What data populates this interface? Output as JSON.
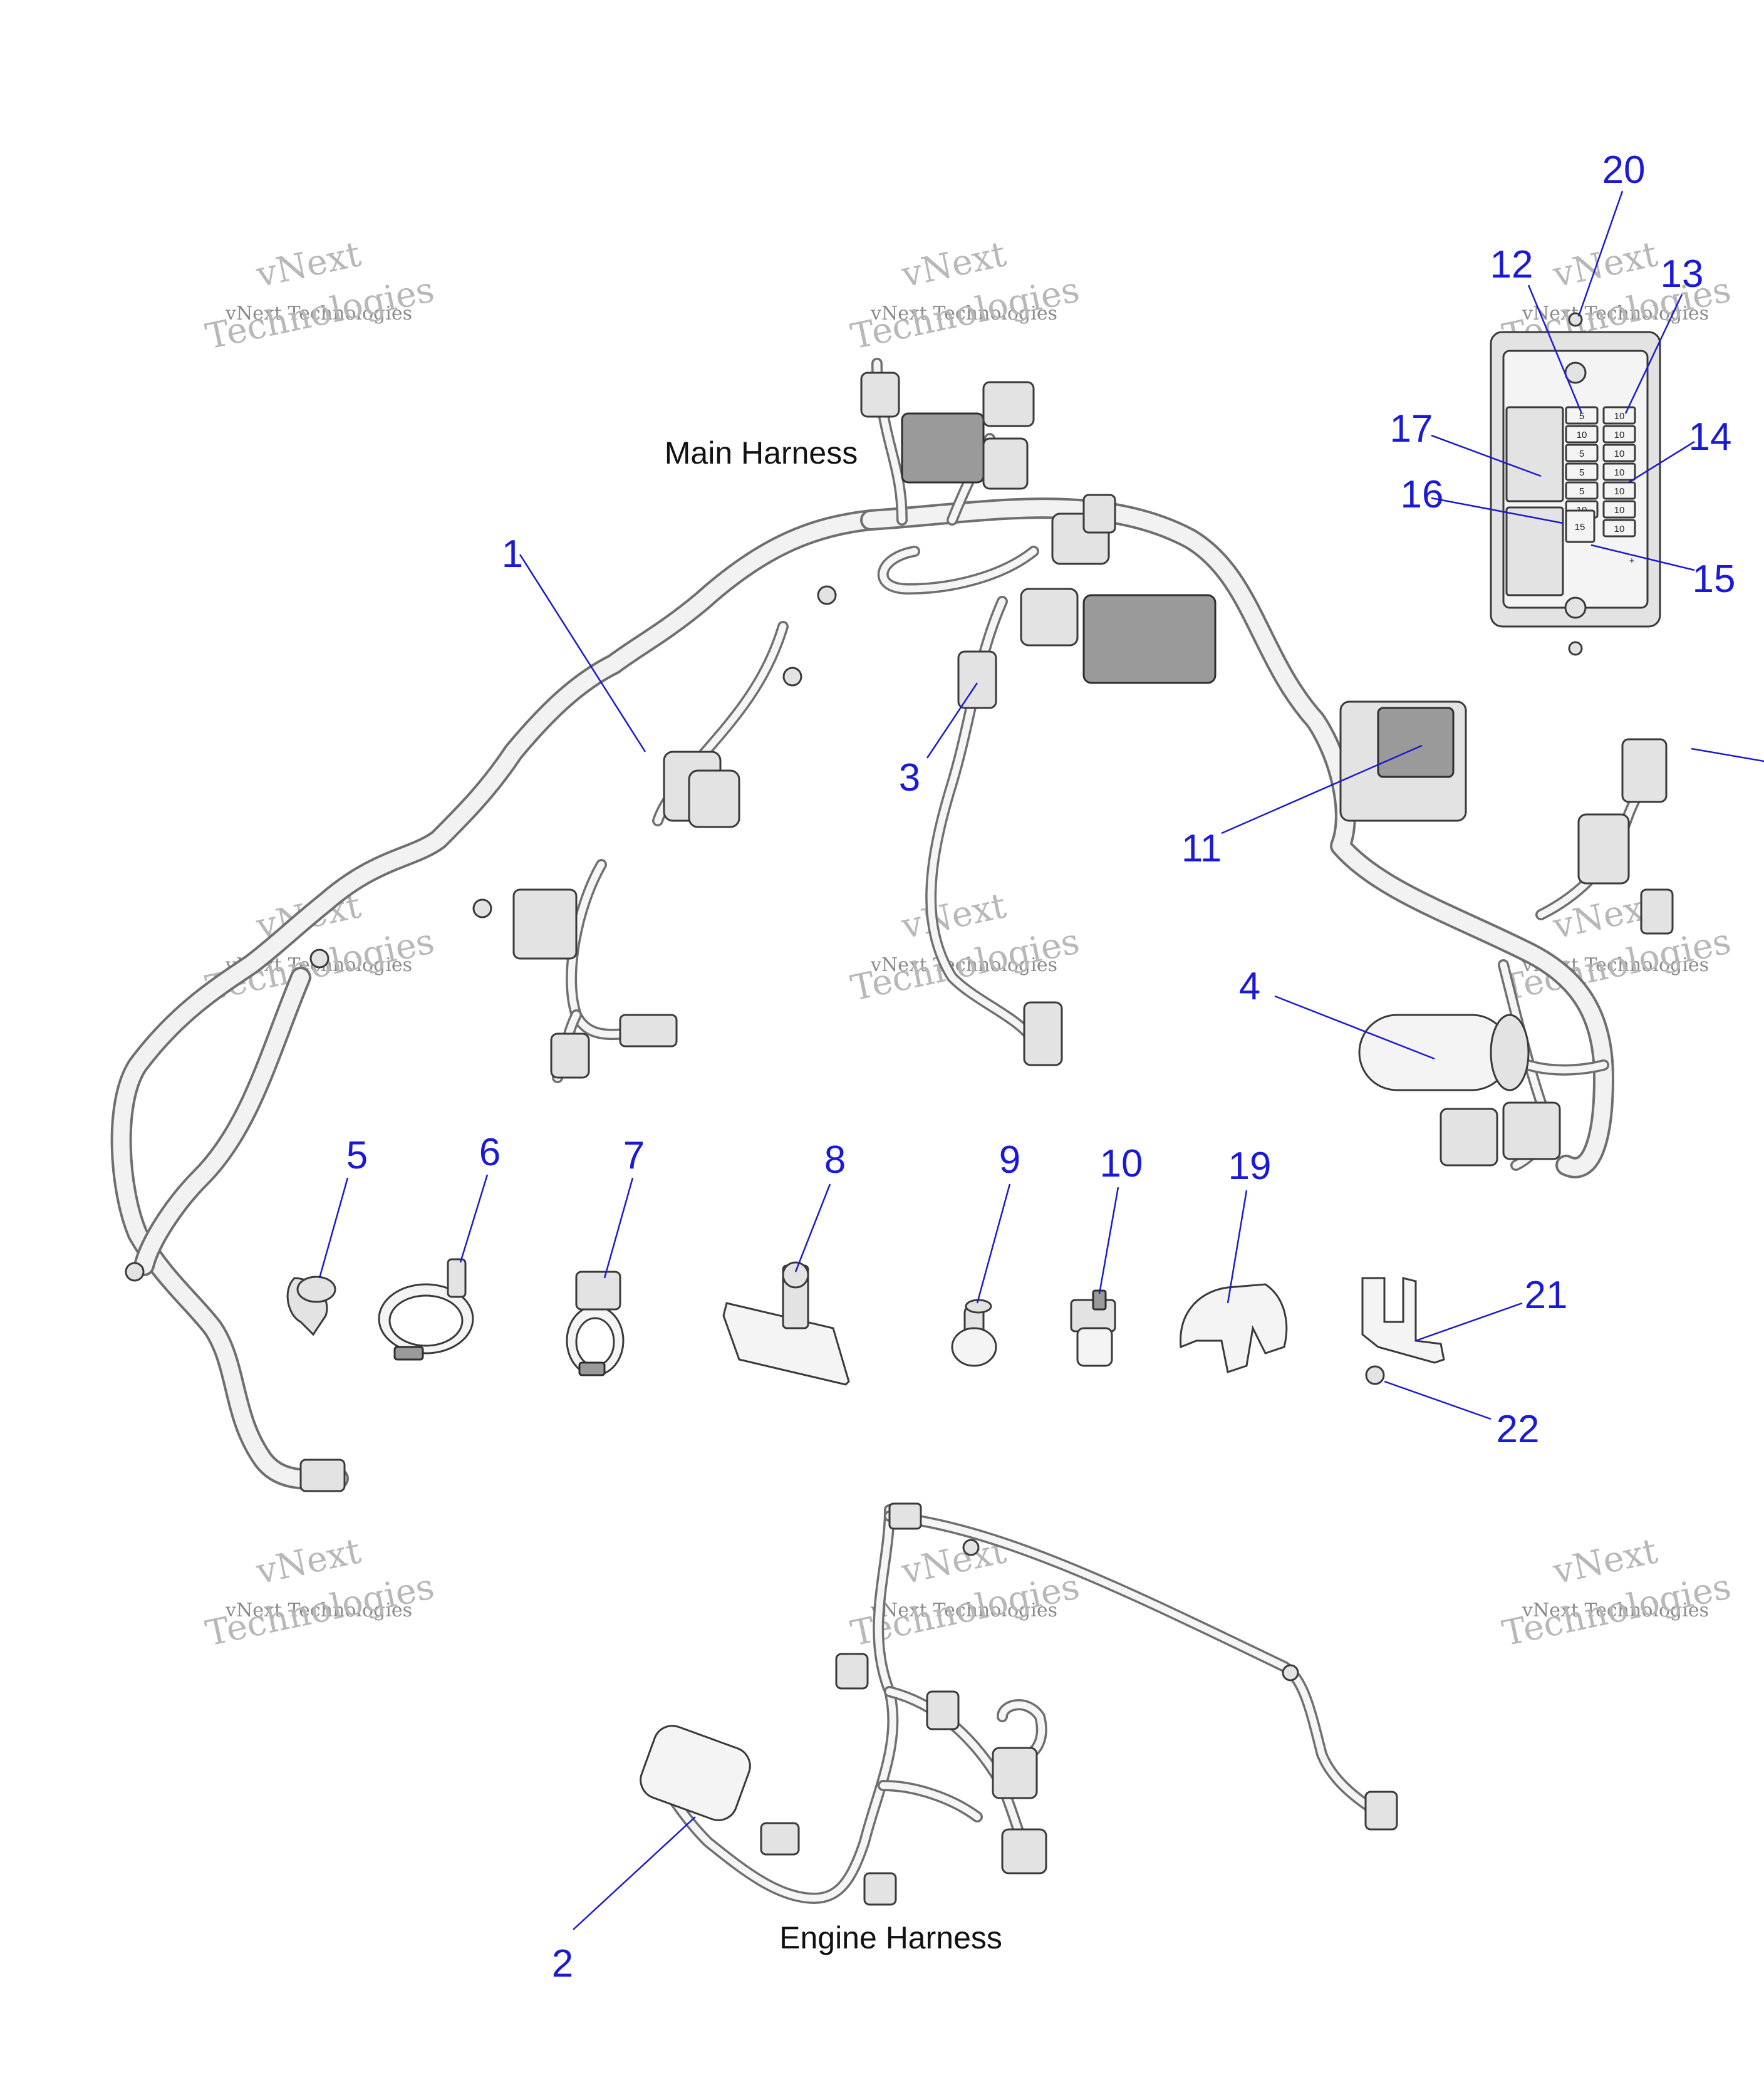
{
  "labels": {
    "main_harness": "Main Harness",
    "engine_harness": "Engine Harness"
  },
  "watermark": {
    "line1": "vNext Technologies",
    "line2": "vNext",
    "line3": "Technologies"
  },
  "callouts": [
    "1",
    "2",
    "3",
    "4",
    "5",
    "6",
    "7",
    "8",
    "9",
    "10",
    "11",
    "12",
    "13",
    "14",
    "15",
    "16",
    "17",
    "19",
    "20",
    "21",
    "22"
  ],
  "fuse_values": [
    "5",
    "10",
    "5",
    "5",
    "5",
    "10",
    "10",
    "10",
    "10",
    "10",
    "10",
    "10",
    "10",
    "15"
  ],
  "colors": {
    "callout": "#1a1ad6",
    "leader": "#1a1ad0",
    "line_art": "#3a3a3a"
  }
}
